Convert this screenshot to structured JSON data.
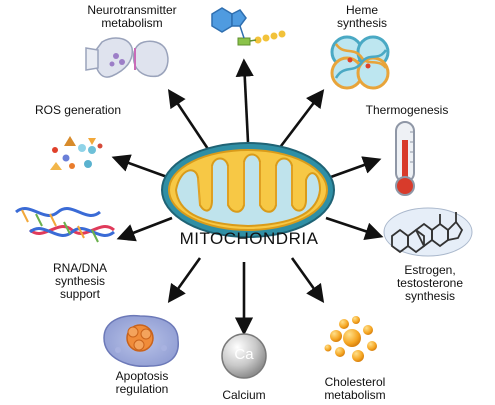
{
  "center": {
    "label": "MITOCHONDRIA"
  },
  "functions": [
    {
      "id": "neuro",
      "label": "Neurotransmitter\nmetabolism",
      "icon": "synapse-icon"
    },
    {
      "id": "heme",
      "label": "Heme\nsynthesis",
      "icon": "hemoglobin-icon"
    },
    {
      "id": "ros",
      "label": "ROS generation",
      "icon": "ros-particles-icon"
    },
    {
      "id": "thermo",
      "label": "Thermogenesis",
      "icon": "thermometer-icon"
    },
    {
      "id": "rna",
      "label": "RNA/DNA\nsynthesis\nsupport",
      "icon": "dna-helix-icon"
    },
    {
      "id": "estrogen",
      "label": "Estrogen,\ntestosterone\nsynthesis",
      "icon": "steroid-molecule-icon"
    },
    {
      "id": "apoptosis",
      "label": "Apoptosis\nregulation",
      "icon": "apoptotic-cell-icon"
    },
    {
      "id": "calcium",
      "label": "Calcium",
      "icon": "calcium-sphere-icon"
    },
    {
      "id": "cholesterol",
      "label": "Cholesterol\nmetabolism",
      "icon": "lipid-droplets-icon"
    }
  ],
  "calcium_symbol": "Ca",
  "colors": {
    "mito_outer": "#2f8fa5",
    "mito_inner_fill": "#f7c845",
    "mito_matrix": "#bfe3ec",
    "arrow": "#111111"
  }
}
